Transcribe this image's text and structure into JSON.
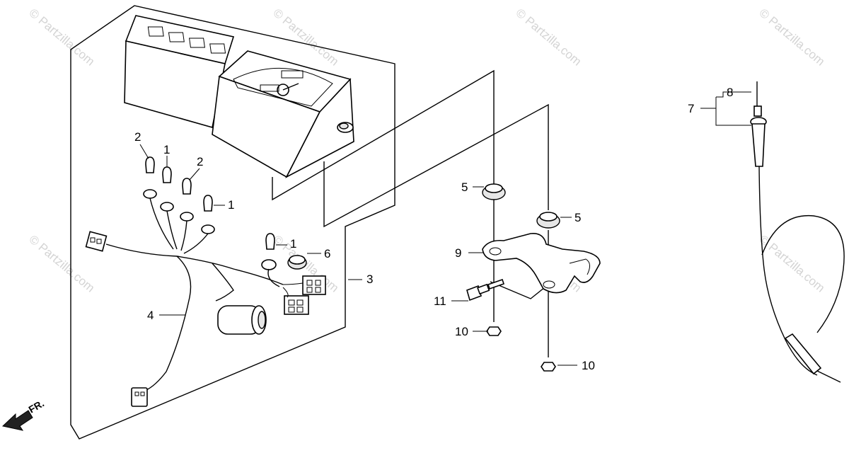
{
  "watermark": "© Partzilla.com",
  "direction_label": "FR.",
  "callouts": {
    "c1": "1",
    "c2": "1",
    "c3": "1",
    "c4": "2",
    "c5": "2",
    "c6": "3",
    "c7": "4",
    "c8": "5",
    "c9": "5",
    "c10": "6",
    "c11": "7",
    "c12": "8",
    "c13": "9",
    "c14": "10",
    "c15": "10",
    "c16": "11"
  },
  "colors": {
    "ink": "#000000",
    "watermark": "#d4d4d4"
  }
}
